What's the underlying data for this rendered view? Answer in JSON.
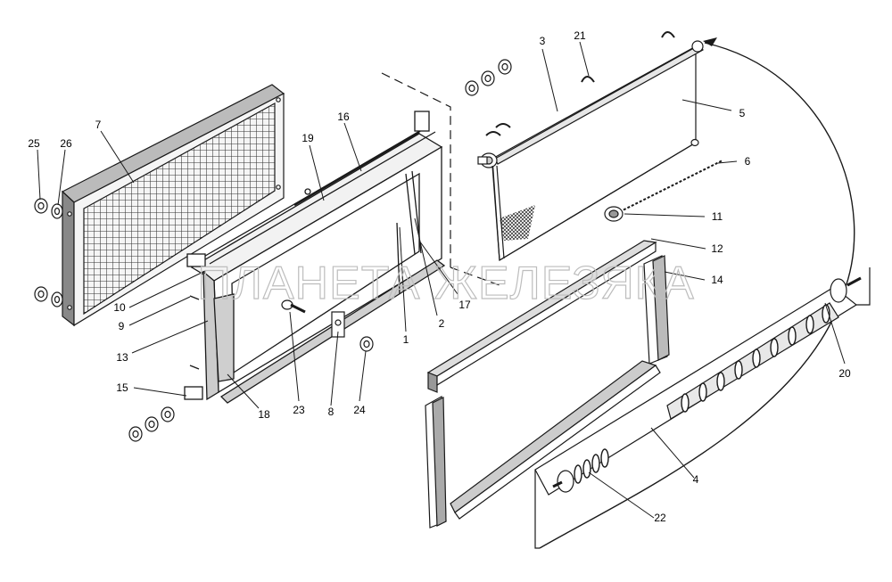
{
  "watermark": "ПЛАНЕТА ЖЕЛЕЗЯКА",
  "callouts": [
    {
      "n": "1"
    },
    {
      "n": "2"
    },
    {
      "n": "3"
    },
    {
      "n": "4"
    },
    {
      "n": "5"
    },
    {
      "n": "6"
    },
    {
      "n": "7"
    },
    {
      "n": "8"
    },
    {
      "n": "9"
    },
    {
      "n": "10"
    },
    {
      "n": "11"
    },
    {
      "n": "12"
    },
    {
      "n": "13"
    },
    {
      "n": "14"
    },
    {
      "n": "15"
    },
    {
      "n": "16"
    },
    {
      "n": "17"
    },
    {
      "n": "18"
    },
    {
      "n": "19"
    },
    {
      "n": "20"
    },
    {
      "n": "21"
    },
    {
      "n": "22"
    },
    {
      "n": "23"
    },
    {
      "n": "24"
    },
    {
      "n": "25"
    },
    {
      "n": "26"
    }
  ],
  "colors": {
    "line": "#1a1a1a",
    "fill_light": "#f2f2f2",
    "fill_mid": "#cfcfcf",
    "watermark": "#bdbdbd"
  }
}
